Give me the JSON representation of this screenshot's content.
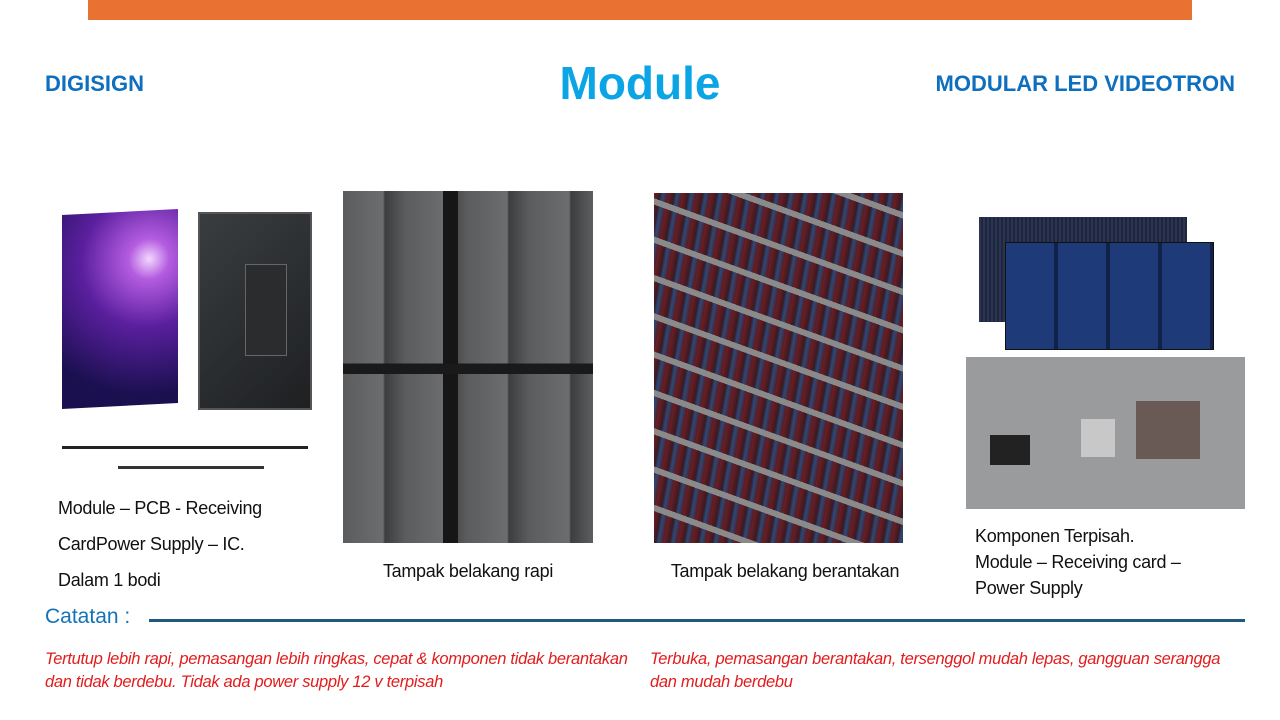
{
  "header": {
    "left_brand": "DIGISIGN",
    "title": "Module",
    "right_brand": "MODULAR LED VIDEOTRON"
  },
  "columns": [
    {
      "caption_lines": [
        "Module – PCB - Receiving",
        "CardPower Supply – IC.",
        "Dalam 1 bodi"
      ]
    },
    {
      "caption": "Tampak belakang rapi"
    },
    {
      "caption": "Tampak belakang berantakan"
    },
    {
      "caption_lines": [
        "Komponen Terpisah.",
        "Module – Receiving card –",
        "Power Supply"
      ]
    }
  ],
  "notes": {
    "label": "Catatan :",
    "left": "Tertutup lebih rapi, pemasangan lebih ringkas, cepat & komponen tidak berantakan dan tidak berdebu. Tidak ada power supply 12 v terpisah",
    "right": "Terbuka, pemasangan berantakan, tersenggol mudah lepas, gangguan serangga dan mudah berdebu"
  },
  "colors": {
    "accent_bar": "#E97132",
    "title": "#0BA5E6",
    "brand": "#0F6FBF",
    "note_text": "#E21C1C"
  }
}
